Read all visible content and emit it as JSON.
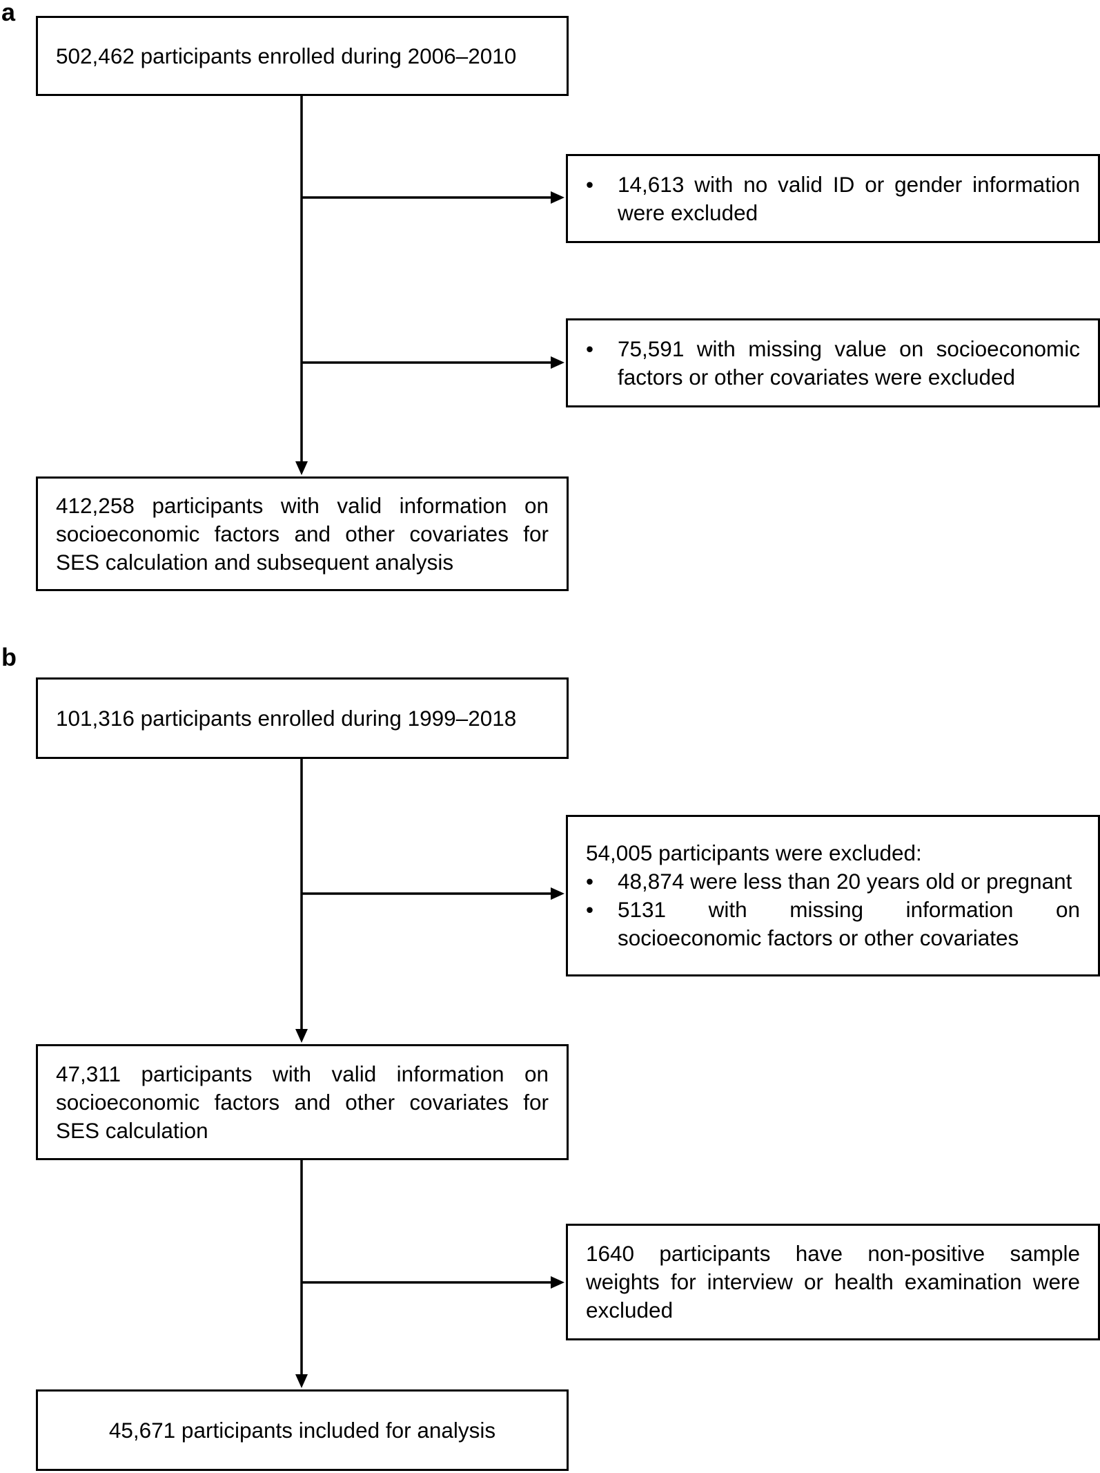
{
  "panel_a": {
    "label": "a",
    "enrolled": "502,462 participants enrolled during 2006–2010",
    "exclusion_1_bullet": "•",
    "exclusion_1": "14,613 with no valid ID or gender information were excluded",
    "exclusion_2_bullet": "•",
    "exclusion_2": "75,591 with missing value on socioeconomic factors or other covariates were excluded",
    "final": "412,258 participants with valid information on socioeconomic factors and other covariates for SES calculation and subsequent analysis"
  },
  "panel_b": {
    "label": "b",
    "enrolled": "101,316 participants enrolled during 1999–2018",
    "exclusion_header": "54,005 participants were excluded:",
    "exclusion_items": [
      {
        "bullet": "•",
        "text": "48,874 were less than 20 years old or pregnant"
      },
      {
        "bullet": "•",
        "text": "5131 with missing information on socioeconomic factors or other covariates"
      }
    ],
    "valid": "47,311 participants with valid information on socioeconomic factors and other covariates for SES calculation",
    "exclusion_weights": "1640 participants have non-positive sample weights for interview or health examination were excluded",
    "final": "45,671 participants included for analysis"
  }
}
